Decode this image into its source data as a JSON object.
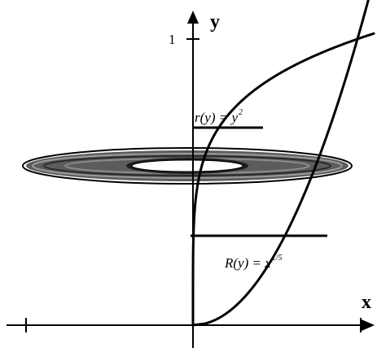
{
  "axes": {
    "x_label": "x",
    "y_label": "y",
    "y_tick_label": "1"
  },
  "labels": {
    "inner_radius": {
      "text": "r(y) = y",
      "exponent": "2"
    },
    "outer_radius": {
      "text": "R(y) = x",
      "exponent": "1/5"
    }
  },
  "curves": [
    {
      "name": "y = x^(1/5)",
      "equation_note": "x = y^5"
    },
    {
      "name": "y = x^2",
      "equation_note": "x = y^(1/2)"
    }
  ],
  "colors": {
    "ink": "#000000",
    "washer_fill": "#5c5c5c",
    "washer_band": "#8c8c8c",
    "hole": "#ffffff",
    "background": "#ffffff"
  }
}
